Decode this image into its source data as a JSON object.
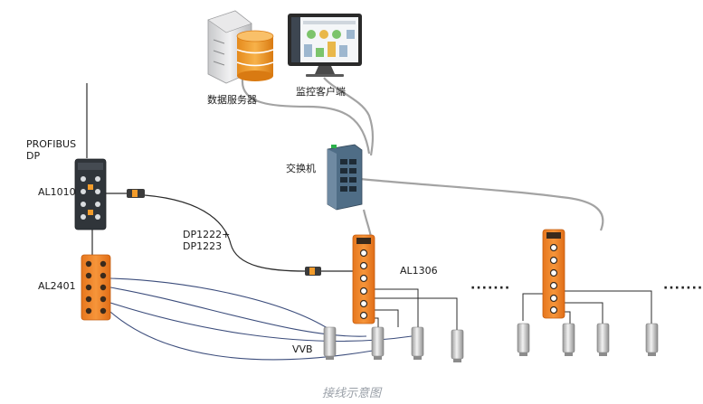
{
  "labels": {
    "data_server": "数据服务器",
    "monitor_client": "监控客户端",
    "profibus": "PROFIBUS",
    "dp": "DP",
    "switch": "交换机",
    "al1010": "AL1010",
    "al2401": "AL2401",
    "dp_line1": "DP1222+",
    "dp_line2": "DP1223",
    "al1306": "AL1306",
    "vvb": "VVB",
    "ellipsis_left": "·······",
    "ellipsis_right": "·······"
  },
  "caption": "接线示意图",
  "colors": {
    "io_module": "#f0862a",
    "ethernet_cable": "#9b9b9b",
    "sensor_cable": "#3a4a7a",
    "dark_module": "#2f3338",
    "server_body": "#d9dadc",
    "db_cylinder": "#f39c2b",
    "monitor_frame": "#2a2a2a"
  },
  "icons": [
    "server-icon",
    "database-icon",
    "monitor-icon",
    "switch-icon",
    "al1010-module-icon",
    "al2401-module-icon",
    "al1306-module-icon",
    "io-module-icon",
    "vvb-sensor-icon",
    "cable-connector-icon"
  ]
}
